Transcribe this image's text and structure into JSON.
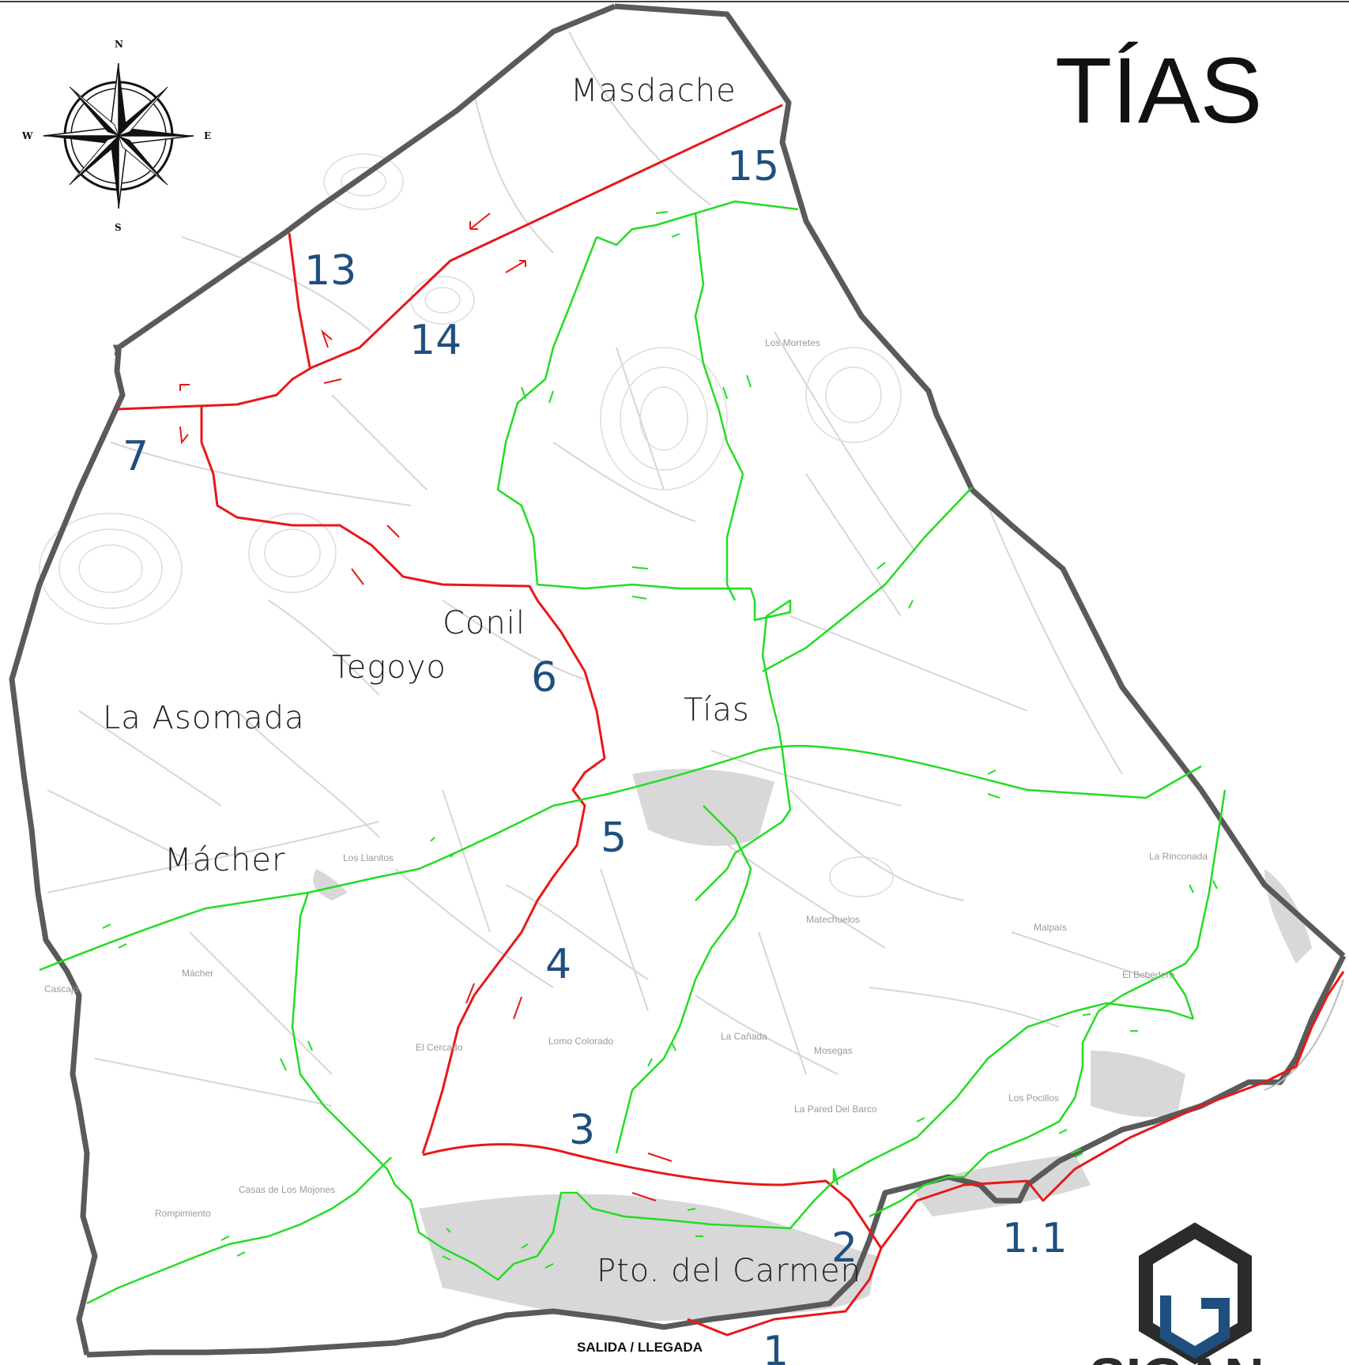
{
  "map": {
    "title": "TÍAS",
    "start_label": "SALIDA / LLEGADA",
    "compass": {
      "n": "N",
      "s": "S",
      "e": "E",
      "w": "W"
    },
    "logo_text": "SIGAN",
    "towns": [
      {
        "id": "masdache",
        "name": "Masdache"
      },
      {
        "id": "conil",
        "name": "Conil"
      },
      {
        "id": "tegoyo",
        "name": "Tegoyo"
      },
      {
        "id": "la-asomada",
        "name": "La Asomada"
      },
      {
        "id": "tias",
        "name": "Tías"
      },
      {
        "id": "macher",
        "name": "Mácher"
      },
      {
        "id": "pto-del-carmen",
        "name": "Pto. del Carmen"
      }
    ],
    "route_numbers": [
      "13",
      "14",
      "15",
      "7",
      "6",
      "5",
      "4",
      "3",
      "2",
      "1.1",
      "1"
    ],
    "small_places": [
      "Los Morretes",
      "Los Llanitos",
      "Mácher",
      "Cascajo",
      "La Rinconada",
      "Malpaís",
      "Matechuelos",
      "El Bebedero",
      "La Cañada",
      "Mosegas",
      "Lomo Colorado",
      "El Cercado",
      "La Pared Del Barco",
      "Los Pocillos",
      "Casas de Los Mojones",
      "Rompimiento"
    ],
    "colors": {
      "border": "#5a5a5a",
      "red_route": "#e81818",
      "green_route": "#22dd22",
      "route_number": "#1f4f7f",
      "roads": "#d4d4d4",
      "logo_dark": "#2b2b2b",
      "logo_blue": "#1f4f7f"
    }
  }
}
